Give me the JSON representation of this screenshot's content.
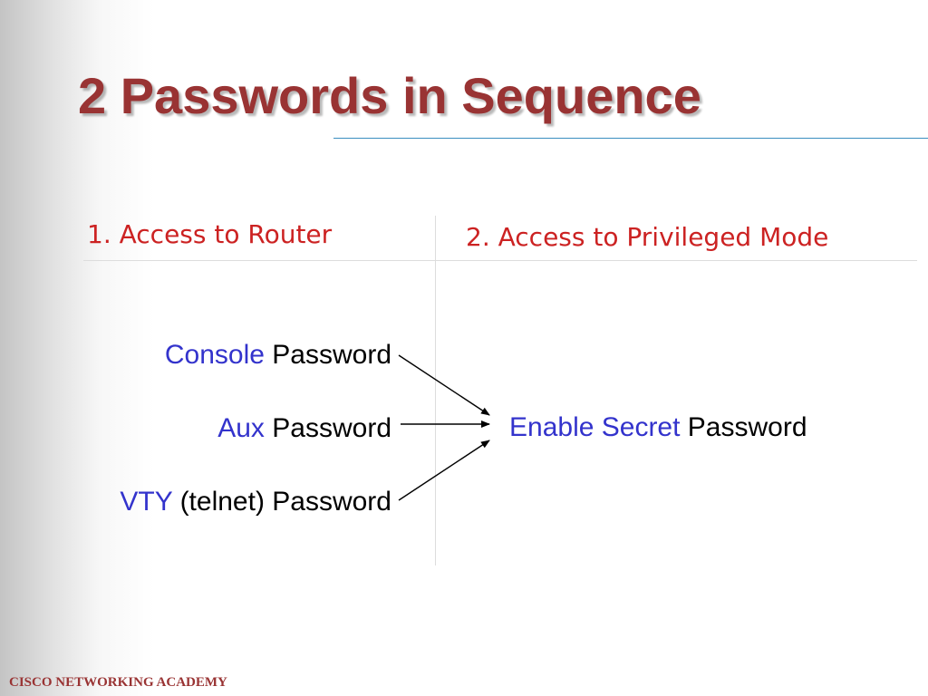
{
  "slide": {
    "title": "2 Passwords in Sequence",
    "columns": {
      "left_heading": "1. Access to Router",
      "right_heading": "2. Access to Privileged Mode"
    },
    "router_passwords": [
      {
        "type": "Console",
        "suffix": "Password"
      },
      {
        "type": "Aux",
        "suffix": "Password"
      },
      {
        "type": "VTY",
        "suffix": "(telnet) Password"
      }
    ],
    "privileged_password": {
      "type": "Enable Secret",
      "suffix": "Password"
    },
    "footer": "CISCO NETWORKING ACADEMY"
  },
  "colors": {
    "title": "#993333",
    "heading": "#cc2222",
    "password_type": "#3333cc",
    "text": "#000000",
    "title_rule": "#3a8ec0",
    "divider": "#dddddd",
    "footer": "#993333"
  }
}
